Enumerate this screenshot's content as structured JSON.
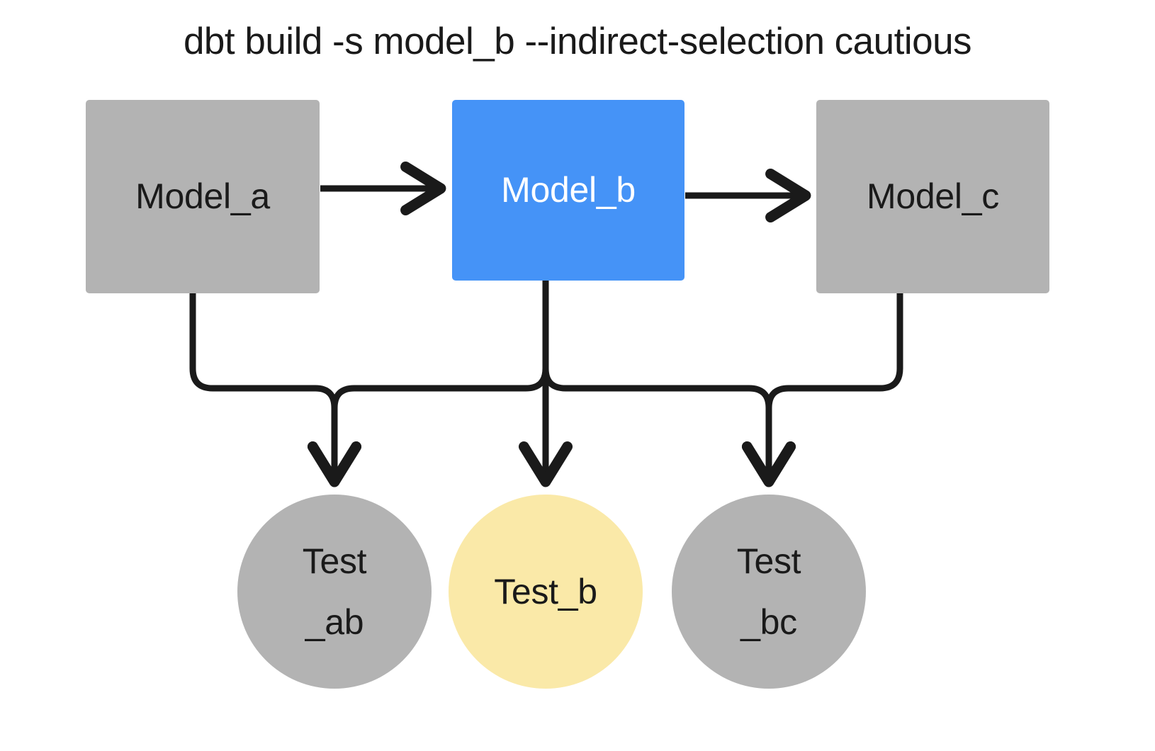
{
  "title": "dbt build -s model_b --indirect-selection cautious",
  "palette": {
    "background": "#ffffff",
    "node_gray": "#b3b3b3",
    "node_selected_blue": "#4593f7",
    "node_test_yellow": "#fae9a8",
    "edge_black": "#1a1a1a",
    "text_dark": "#1a1a1a",
    "text_light": "#ffffff"
  },
  "models": [
    {
      "id": "model_a",
      "label": "Model_a",
      "state": "unselected",
      "fill": "#b3b3b3"
    },
    {
      "id": "model_b",
      "label": "Model_b",
      "state": "selected",
      "fill": "#4593f7"
    },
    {
      "id": "model_c",
      "label": "Model_c",
      "state": "unselected",
      "fill": "#b3b3b3"
    }
  ],
  "tests": [
    {
      "id": "test_ab",
      "label": "Test\n_ab",
      "state": "excluded",
      "fill": "#b3b3b3"
    },
    {
      "id": "test_b",
      "label": "Test_b",
      "state": "included",
      "fill": "#fae9a8"
    },
    {
      "id": "test_bc",
      "label": "Test\n_bc",
      "state": "excluded",
      "fill": "#b3b3b3"
    }
  ],
  "edges": [
    {
      "from": "model_a",
      "to": "model_b",
      "kind": "straight-right"
    },
    {
      "from": "model_b",
      "to": "model_c",
      "kind": "straight-right"
    },
    {
      "from": "model_a",
      "to": "test_ab",
      "kind": "elbow-down"
    },
    {
      "from": "model_b",
      "to": "test_ab",
      "kind": "elbow-down"
    },
    {
      "from": "model_b",
      "to": "test_b",
      "kind": "straight-down"
    },
    {
      "from": "model_b",
      "to": "test_bc",
      "kind": "elbow-down"
    },
    {
      "from": "model_c",
      "to": "test_bc",
      "kind": "elbow-down"
    }
  ]
}
